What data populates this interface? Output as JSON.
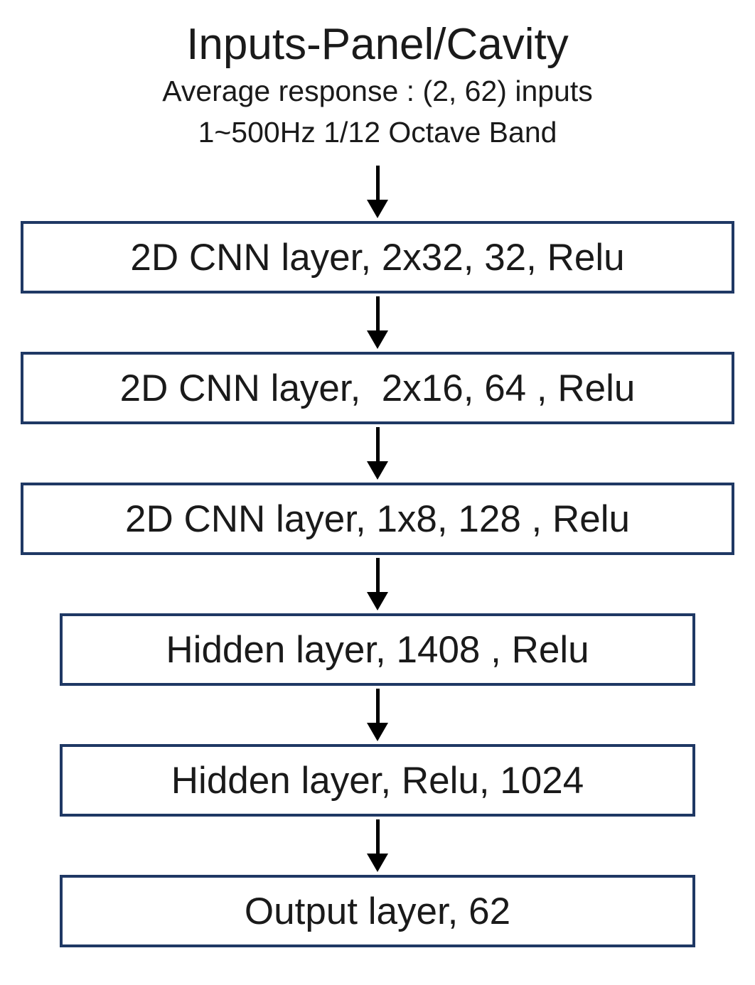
{
  "header": {
    "title": "Inputs-Panel/Cavity",
    "subtitle_line1": "Average response : (2, 62) inputs",
    "subtitle_line2": "1~500Hz 1/12 Octave Band"
  },
  "layers": [
    {
      "label": "2D CNN layer, 2x32, 32, Relu",
      "width": "wide"
    },
    {
      "label": "2D CNN layer,  2x16, 64 , Relu",
      "width": "wide"
    },
    {
      "label": "2D CNN layer, 1x8, 128 , Relu",
      "width": "wide"
    },
    {
      "label": "Hidden layer, 1408 , Relu",
      "width": "narrow"
    },
    {
      "label": "Hidden layer, Relu, 1024",
      "width": "narrow"
    },
    {
      "label": "Output layer, 62",
      "width": "narrow"
    }
  ],
  "icons": {
    "down_arrow": "down-arrow-icon"
  },
  "colors": {
    "box_border": "#1f3864",
    "arrow": "#000000",
    "text": "#1a1a1a",
    "background": "#ffffff"
  }
}
